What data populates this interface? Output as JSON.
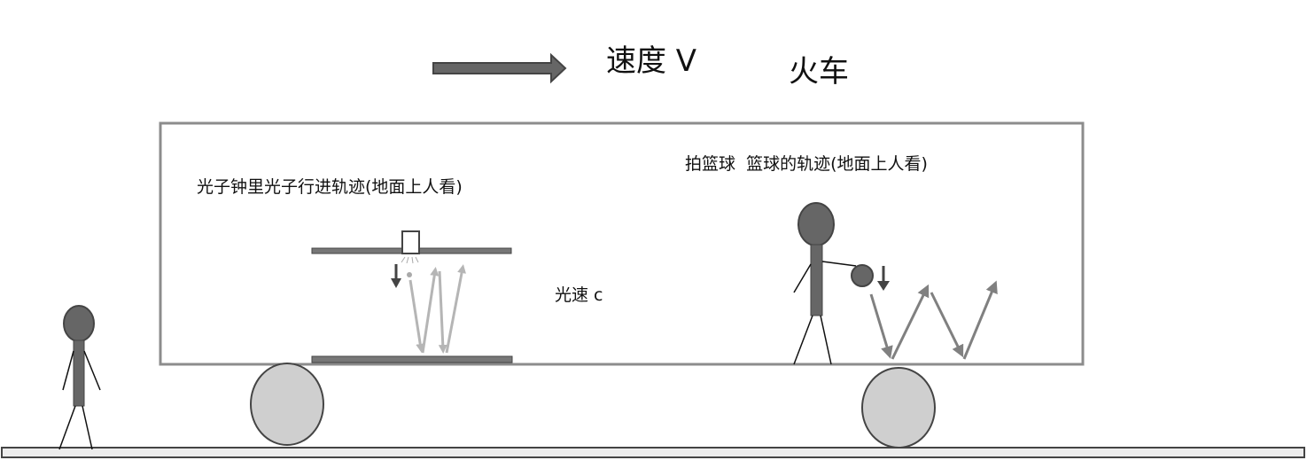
{
  "labels": {
    "velocity": "速度 V",
    "train": "火车",
    "photon_clock_path": "光子钟里光子行进轨迹(地面上人看)",
    "light_speed": "光速 c",
    "basketball_path": "拍篮球  篮球的轨迹(地面上人看)"
  },
  "colors": {
    "figure": "#666666",
    "outline": "#444444",
    "car_border": "#8c8c8c",
    "wheel": "#cfcfcf",
    "photon_arrow": "#b5b5b5",
    "ball_arrow": "#808080"
  }
}
